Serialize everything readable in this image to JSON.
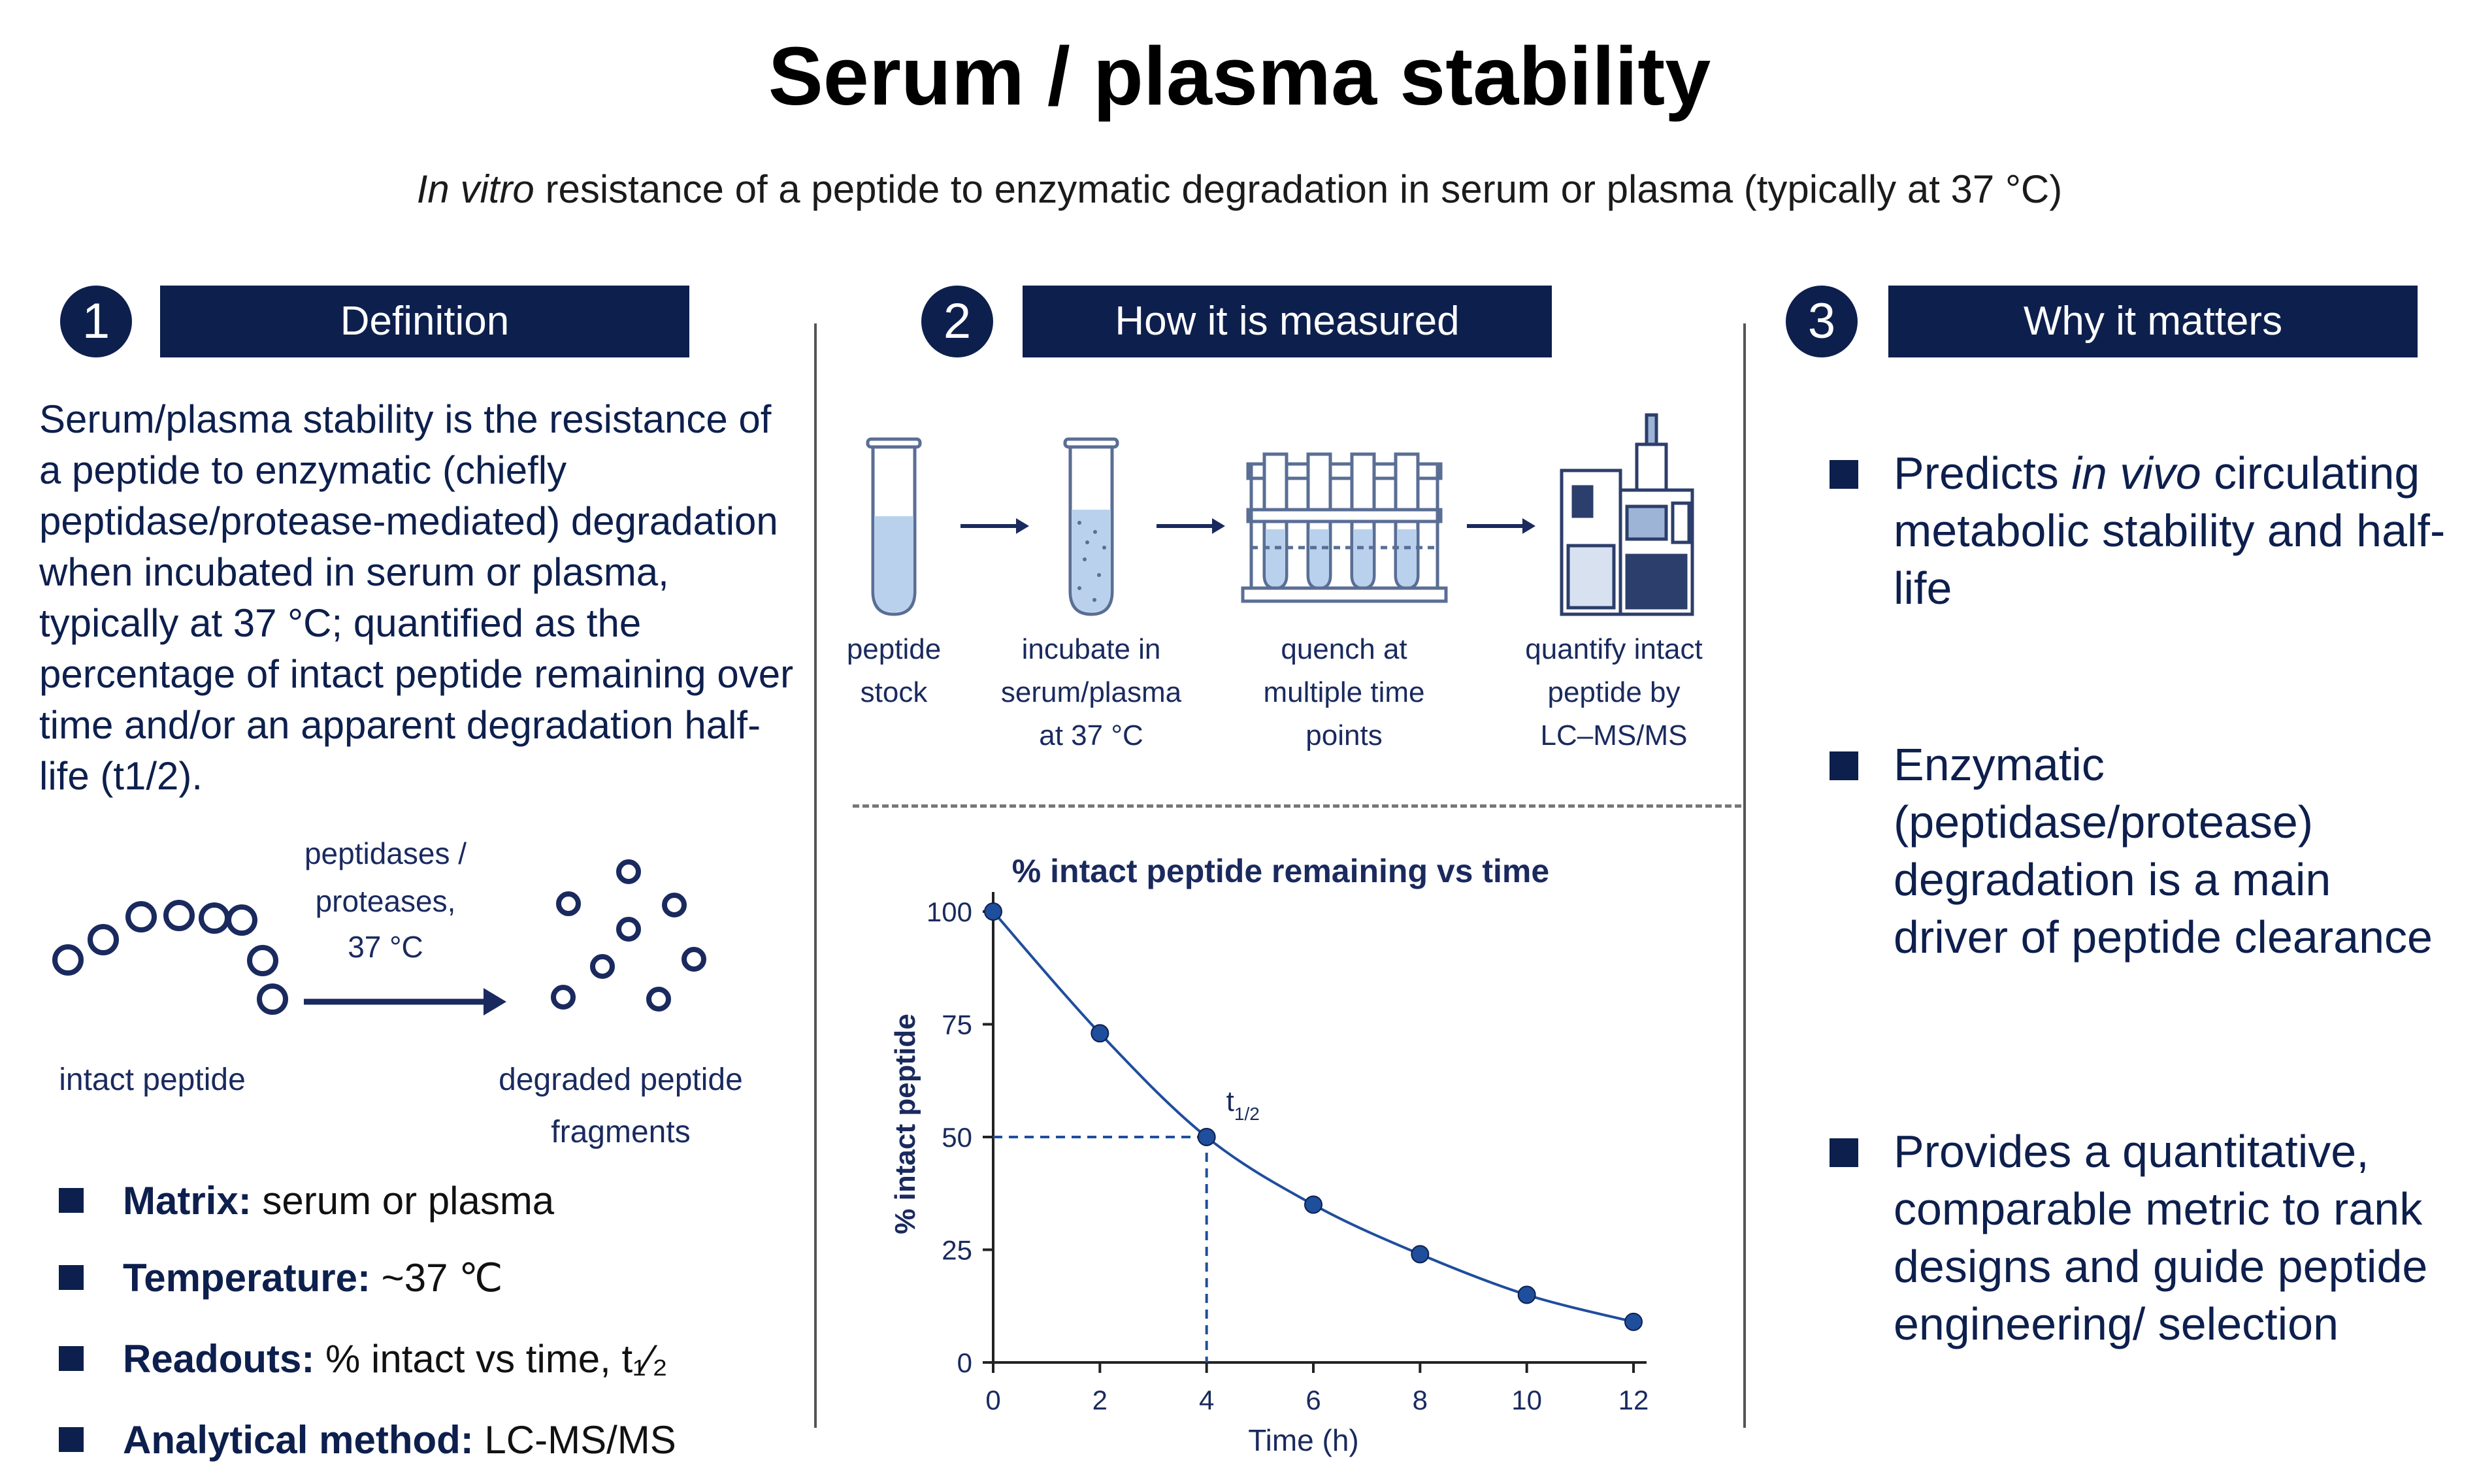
{
  "title": "Serum / plasma stability",
  "subtitle": {
    "italic": "In vitro",
    "rest": " resistance of a peptide to enzymatic degradation in serum or plasma (typically at 37 °C)"
  },
  "sections": [
    {
      "number": "1",
      "header": "Definition"
    },
    {
      "number": "2",
      "header": "How it is measured"
    },
    {
      "number": "3",
      "header": "Why it matters"
    }
  ],
  "definition": {
    "text": "Serum/plasma stability is the resistance of a peptide to enzymatic (chiefly peptidase/protease-mediated) degradation when incubated in serum or plasma, typically at 37 °C; quantified as the percentage of intact peptide remaining over time and/or an apparent degradation half-life (t1/2).",
    "diagram": {
      "enzymes_line1": "peptidases /",
      "enzymes_line2": "proteases,",
      "enzymes_line3": "37 °C",
      "intact_label": "intact peptide",
      "degraded_line1": "degraded peptide",
      "degraded_line2": "fragments"
    },
    "facts": [
      {
        "label": "Matrix:",
        "value": " serum or plasma"
      },
      {
        "label": "Temperature:",
        "value": " ~37 ℃"
      },
      {
        "label": "Readouts:",
        "value": " % intact vs time, t₁⁄₂"
      },
      {
        "label": "Analytical method:",
        "value": " LC-MS/MS"
      }
    ]
  },
  "workflow": {
    "steps": [
      {
        "lines": [
          "peptide",
          "stock"
        ]
      },
      {
        "lines": [
          "incubate in",
          "serum/plasma",
          "at 37 °C"
        ]
      },
      {
        "lines": [
          "quench at",
          "multiple time",
          "points"
        ]
      },
      {
        "lines": [
          "quantify intact",
          "peptide by",
          "LC–MS/MS"
        ]
      }
    ]
  },
  "chart_data": {
    "type": "line",
    "title": "% intact peptide remaining vs time",
    "xlabel": "Time (h)",
    "ylabel": "% intact peptide",
    "x": [
      0,
      2,
      4,
      6,
      8,
      10,
      12
    ],
    "series": [
      {
        "values": [
          100,
          73,
          50,
          35,
          24,
          15,
          9
        ]
      }
    ],
    "xlim": [
      0,
      12
    ],
    "ylim": [
      0,
      100
    ],
    "xticks": [
      0,
      2,
      4,
      6,
      8,
      10,
      12
    ],
    "yticks": [
      0,
      25,
      50,
      75,
      100
    ],
    "annotation": {
      "text": "t",
      "subscript": "1/2",
      "x": 4,
      "y": 50
    },
    "grid": false,
    "color": "#1f4e9c"
  },
  "why": [
    {
      "parts": [
        "Predicts ",
        "in vivo",
        " circulating metabolic stability and half-life"
      ]
    },
    {
      "parts": [
        "Enzymatic (peptidase/protease) degradation is a main driver of peptide clearance"
      ]
    },
    {
      "parts": [
        "Provides a quantitative, comparable metric to rank designs and guide peptide engineering/ selection"
      ]
    }
  ],
  "colors": {
    "navy": "#0d1f4d",
    "accent": "#1f4e9c",
    "tube": "#b9d1ec"
  }
}
